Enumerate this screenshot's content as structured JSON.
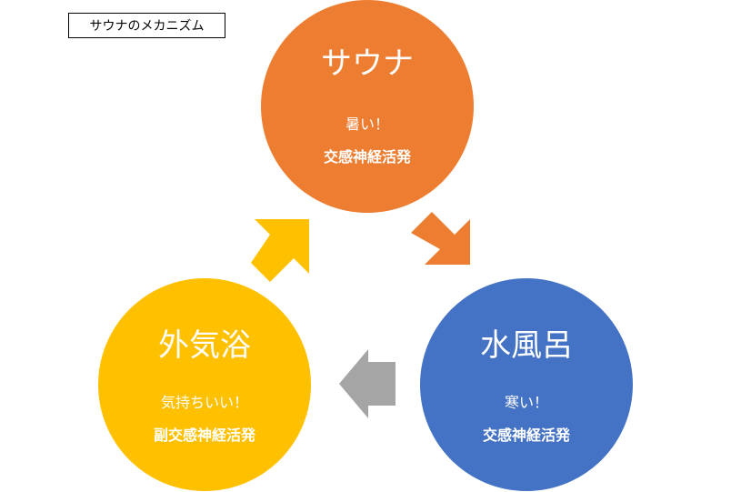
{
  "title": "サウナのメカニズム",
  "nodes": {
    "sauna": {
      "name": "サウナ",
      "feeling": "暑い！",
      "nerve": "交感神経活発",
      "color": "#ED7D31"
    },
    "mizuburo": {
      "name": "水風呂",
      "feeling": "寒い！",
      "nerve": "交感神経活発",
      "color": "#4472C4"
    },
    "gaikiyoku": {
      "name": "外気浴",
      "feeling": "気持ちいい！",
      "nerve": "副交感神経活発",
      "color": "#FFC000"
    }
  },
  "arrows": {
    "sauna_to_mizuburo_color": "#ED7D31",
    "mizuburo_to_gaikiyoku_color": "#A5A5A5",
    "gaikiyoku_to_sauna_color": "#FFC000"
  }
}
